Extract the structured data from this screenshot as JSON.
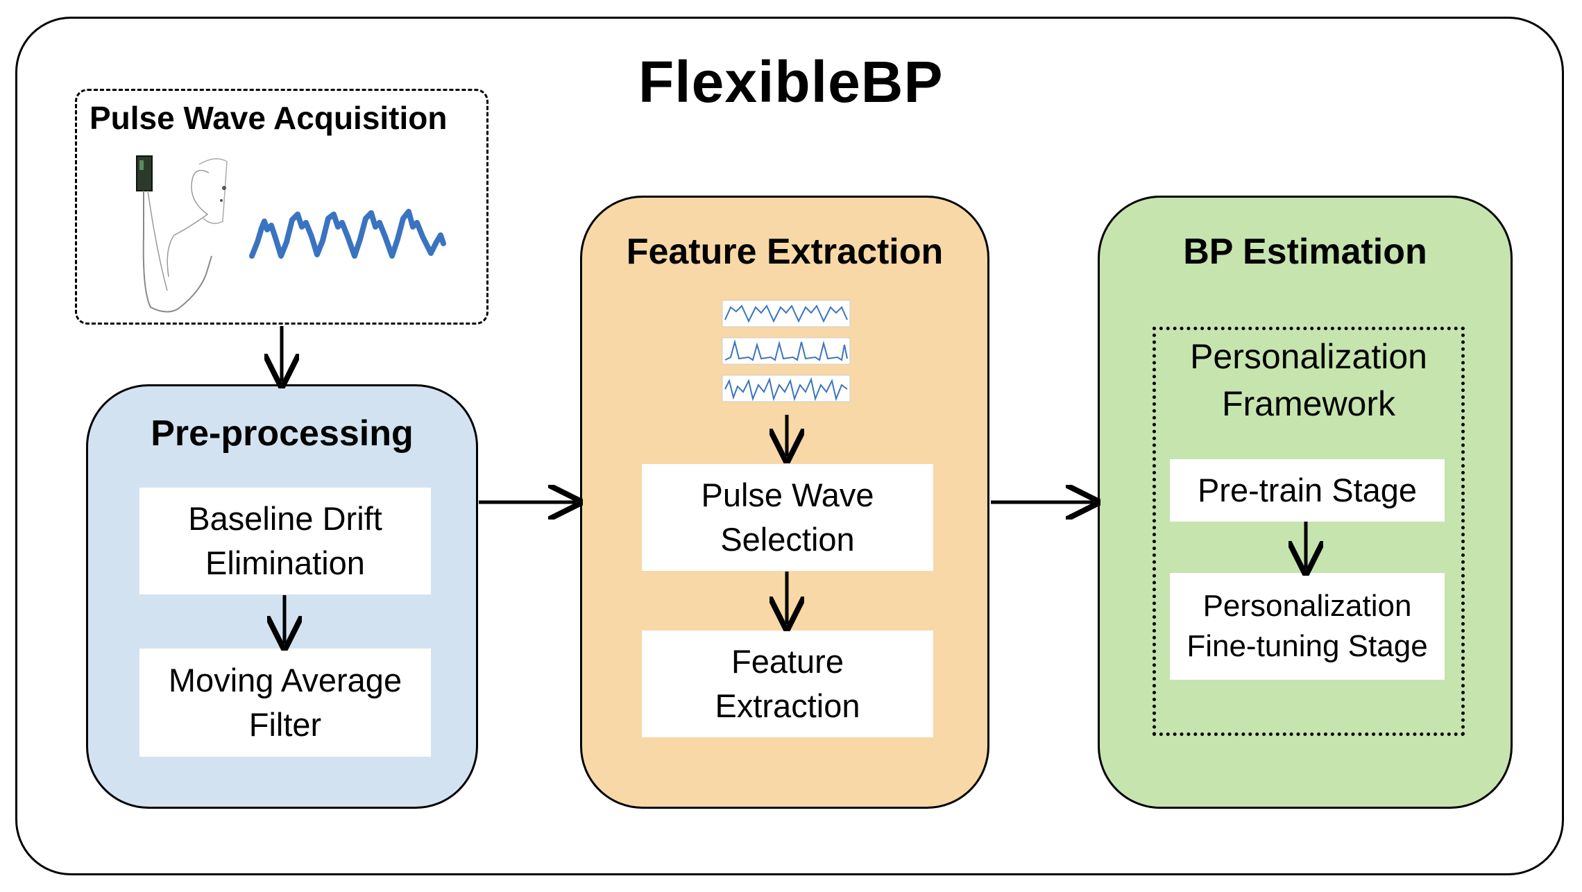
{
  "title": "FlexibleBP",
  "acquisition": {
    "title": "Pulse Wave Acquisition",
    "device_icon": "wearable-sensor-icon",
    "wave_icon": "pulse-wave-icon"
  },
  "preprocessing": {
    "title": "Pre-processing",
    "step1": [
      "Baseline Drift",
      "Elimination"
    ],
    "step2": [
      "Moving Average",
      "Filter"
    ]
  },
  "feature_extraction": {
    "title": "Feature Extraction",
    "thumbnail_icon": "waveform-plots-icon",
    "step1": [
      "Pulse Wave",
      "Selection"
    ],
    "step2": [
      "Feature",
      "Extraction"
    ]
  },
  "bp_estimation": {
    "title": "BP Estimation",
    "framework": [
      "Personalization",
      "Framework"
    ],
    "step1": "Pre-train Stage",
    "step2": [
      "Personalization",
      "Fine-tuning Stage"
    ]
  },
  "colors": {
    "preprocessing": "#d2e2f0",
    "feature": "#f8d8a6",
    "bp": "#c6e4ae",
    "wave": "#3a74c0"
  }
}
